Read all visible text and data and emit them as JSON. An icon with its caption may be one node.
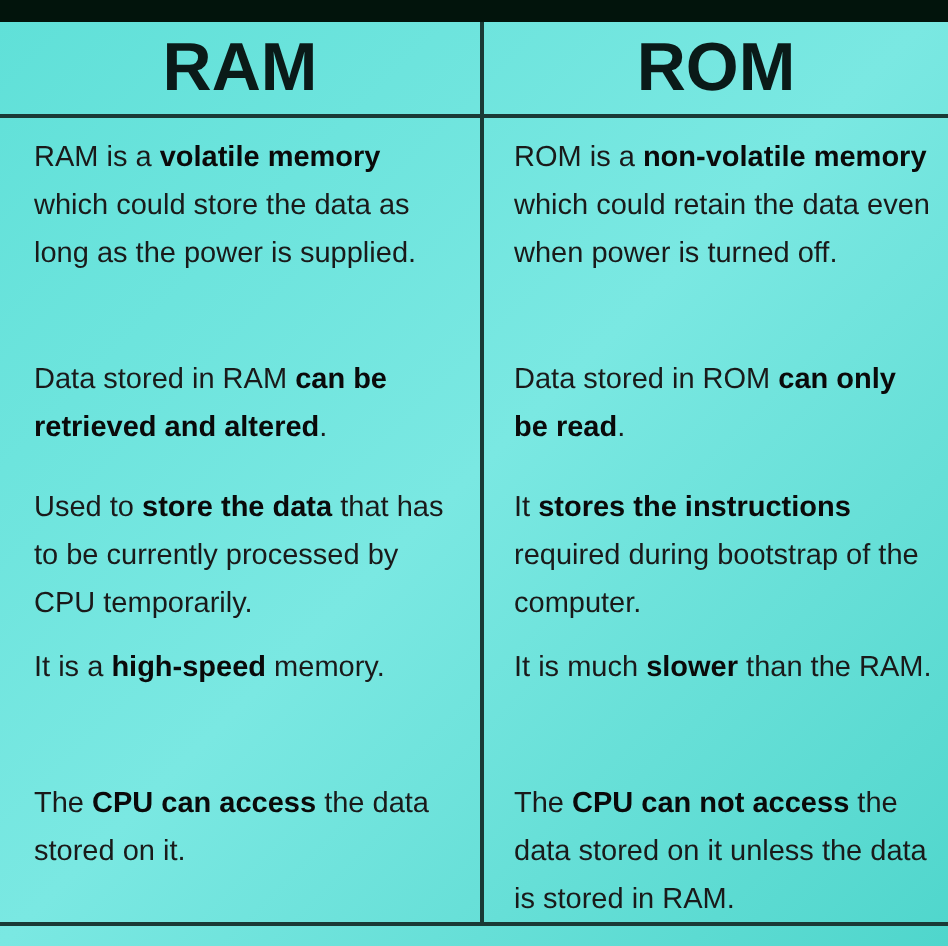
{
  "diagram": {
    "labels": [
      "RAM",
      "ROM",
      "RAM is a **volatile memory** which could store the data as long as the power is supplied.",
      "ROM is a **non-volatile memory** which could retain the data even when power is turned off.",
      "Data stored in RAM **can be retrieved and altered**.",
      "Data stored in ROM **can only be read**.",
      "Used to **store the data** that has to be currently processed by CPU temporarily.",
      "It **stores the instructions** required during bootstrap of the computer.",
      "It is a **high-speed** memory.",
      "It is much **slower** than the RAM.",
      "The **CPU can access** the data stored on it.",
      "The **CPU can not access** the data stored on it unless the data is stored in RAM."
    ]
  }
}
